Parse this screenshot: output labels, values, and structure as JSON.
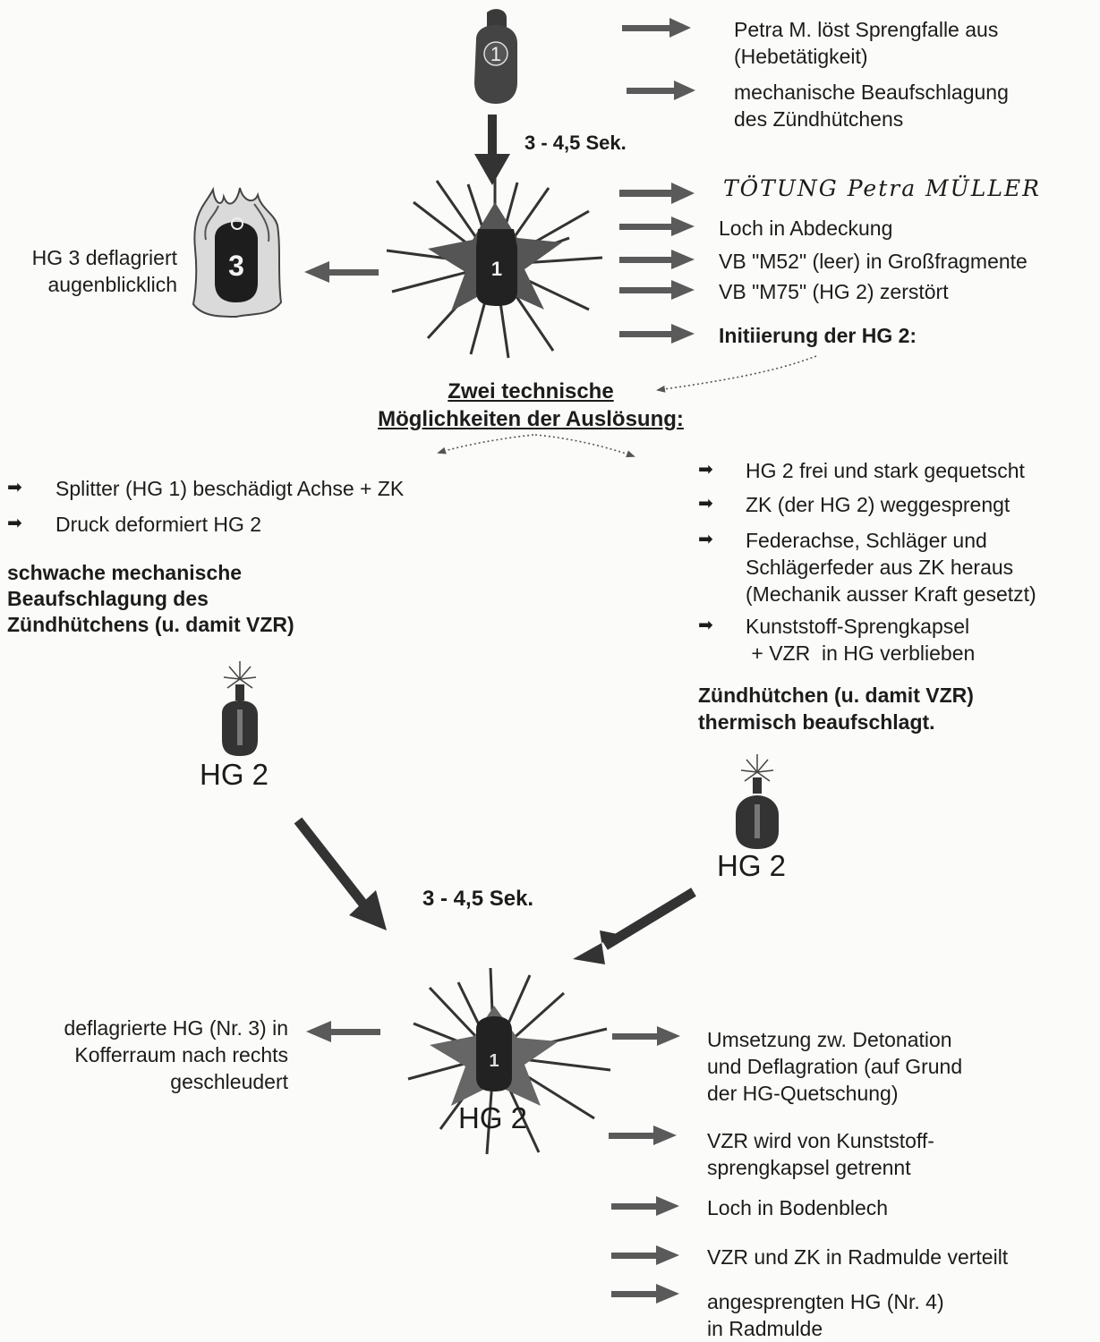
{
  "stage1": {
    "grenade_number": "1",
    "effects": [
      "Petra M. löst Sprengfalle aus\n(Hebetätigkeit)",
      "mechanische Beaufschlagung\ndes Zündhütchens"
    ],
    "time": "3 - 4,5 Sek."
  },
  "explosion1": {
    "grenade_number": "1",
    "left_grenade_number": "3",
    "left_text": "HG 3 deflagriert\naugenblicklich",
    "handwritten": "TÖTUNG Petra MÜLLER",
    "effects": [
      "Loch in Abdeckung",
      "VB \"M52\" (leer) in Großfragmente",
      "VB \"M75\" (HG 2) zerstört",
      "Initiierung der HG 2:"
    ]
  },
  "options": {
    "title": "Zwei technische\nMöglichkeiten der Auslösung:",
    "left": {
      "items": [
        "Splitter (HG 1) beschädigt Achse + ZK",
        "Druck deformiert HG 2"
      ],
      "summary": "schwache mechanische\nBeaufschlagung des\nZündhütchens (u. damit VZR)",
      "label": "HG 2"
    },
    "right": {
      "items": [
        "HG 2 frei und stark gequetscht",
        "ZK (der HG 2) weggesprengt",
        "Federachse, Schläger und\nSchlägerfeder aus ZK heraus\n(Mechanik ausser Kraft gesetzt)",
        "Kunststoff-Sprengkapsel\n + VZR  in HG verblieben"
      ],
      "summary": "Zündhütchen (u. damit VZR)\nthermisch beaufschlagt.",
      "label": "HG 2"
    }
  },
  "stage2": {
    "time": "3 - 4,5 Sek.",
    "grenade_number": "1",
    "label": "HG 2",
    "left_text": "deflagrierte HG (Nr. 3) in\nKofferraum nach rechts\ngeschleudert",
    "effects": [
      "Umsetzung zw. Detonation\nund Deflagration (auf Grund\nder HG-Quetschung)",
      "VZR wird von Kunststoff-\nsprengkapsel getrennt",
      "Loch in Bodenblech",
      "VZR und ZK in Radmulde verteilt",
      "angesprengten HG (Nr. 4)\nin Radmulde"
    ]
  },
  "colors": {
    "ink": "#1c1c1c",
    "arrow": "#4a4a4a",
    "paper": "#fbfbf9"
  }
}
